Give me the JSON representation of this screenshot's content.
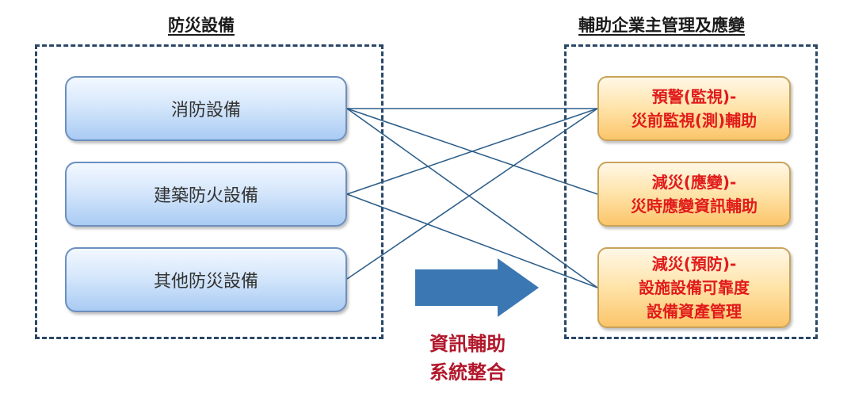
{
  "left_group": {
    "title": "防災設備",
    "items": [
      {
        "label": "消防設備"
      },
      {
        "label": "建築防火設備"
      },
      {
        "label": "其他防災設備"
      }
    ]
  },
  "right_group": {
    "title": "輔助企業主管理及應變",
    "items": [
      {
        "lines": [
          "預警(監視)-",
          "災前監視(測)輔助"
        ]
      },
      {
        "lines": [
          "減災(應變)-",
          "災時應變資訊輔助"
        ]
      },
      {
        "lines": [
          "減災(預防)-",
          "設施設備可靠度",
          "設備資產管理"
        ]
      }
    ]
  },
  "integration": {
    "lines": [
      "資訊輔助",
      "系統整合"
    ]
  },
  "connections": [
    [
      0,
      0
    ],
    [
      0,
      1
    ],
    [
      0,
      2
    ],
    [
      1,
      0
    ],
    [
      1,
      2
    ],
    [
      2,
      0
    ]
  ],
  "colors": {
    "connector": "#2e5f8a",
    "arrow": "#3b78b3",
    "dashed_border": "#2a4766",
    "target_text": "#e11b1b",
    "integration_text": "#b2172b"
  }
}
